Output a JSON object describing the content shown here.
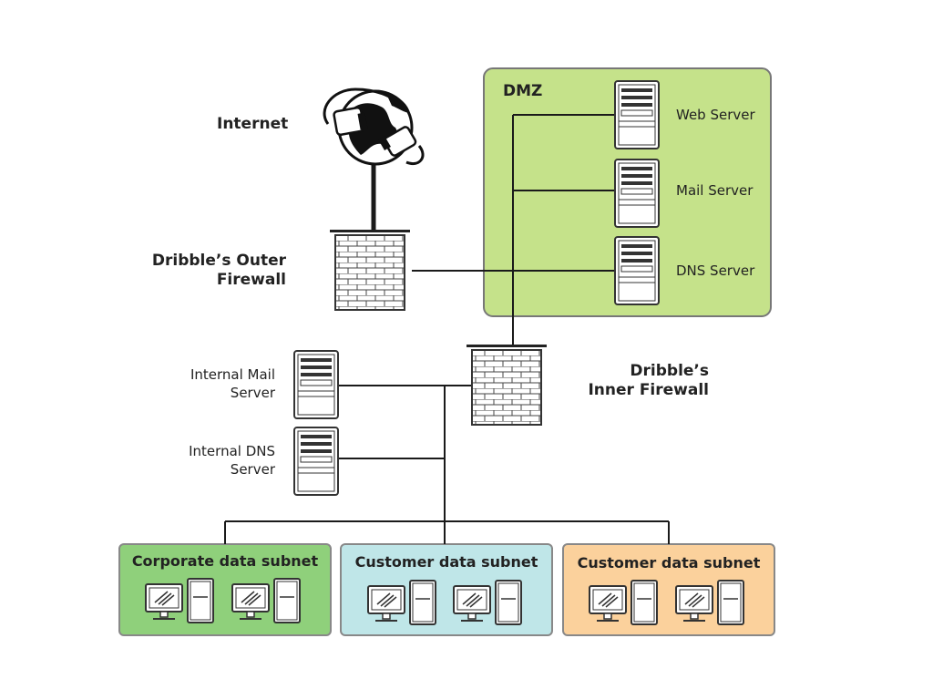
{
  "labels": {
    "internet": "Internet",
    "outer_firewall": "Dribble’s Outer Firewall",
    "inner_firewall": "Dribble’s Inner Firewall",
    "dmz": "DMZ",
    "web_server": "Web Server",
    "mail_server": "Mail Server",
    "dns_server": "DNS Server",
    "internal_mail": "Internal Mail Server",
    "internal_dns": "Internal DNS Server"
  },
  "subnets": [
    {
      "label": "Corporate data subnet",
      "color": "#8fd07b"
    },
    {
      "label": "Customer data subnet",
      "color": "#bfe6e8"
    },
    {
      "label": "Customer data subnet",
      "color": "#fbd19c"
    }
  ],
  "colors": {
    "dmz": "#c5e28a",
    "line": "#1a1a1a"
  },
  "icons": [
    "globe-icon",
    "plug-icon",
    "firewall-icon",
    "server-icon",
    "monitor-icon",
    "tower-pc-icon"
  ]
}
